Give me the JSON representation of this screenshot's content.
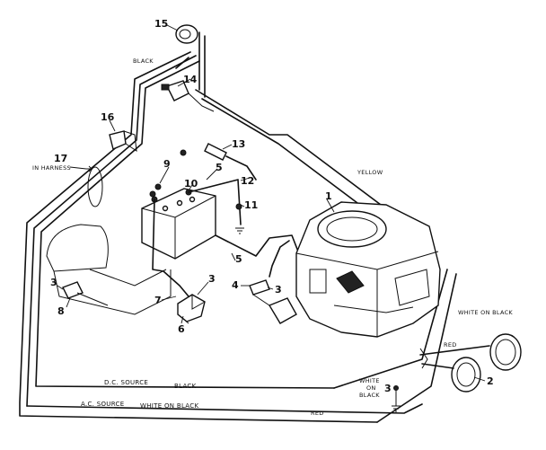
{
  "callouts": {
    "c1": "1",
    "c2": "2",
    "c3a": "3",
    "c3b": "3",
    "c3c": "3",
    "c3d": "3",
    "c4": "4",
    "c5a": "5",
    "c5b": "5",
    "c6": "6",
    "c7": "7",
    "c8": "8",
    "c9": "9",
    "c10": "10",
    "c11": "11",
    "c12": "12",
    "c13": "13",
    "c14": "14",
    "c15": "15",
    "c16": "16",
    "c17": "17"
  },
  "labels": {
    "in_harness": "IN HARNESS",
    "black_top": "BLACK",
    "yellow": "YELLOW",
    "white_on_black_right": "WHITE ON BLACK",
    "red_right": "RED",
    "white": "WHITE",
    "on": "ON",
    "black_small": "BLACK",
    "dc_source": "D.C. SOURCE",
    "dc_black": "BLACK",
    "ac_source": "A.C. SOURCE",
    "ac_white_on_black": "WHITE ON BLACK",
    "red_bottom": "RED"
  }
}
